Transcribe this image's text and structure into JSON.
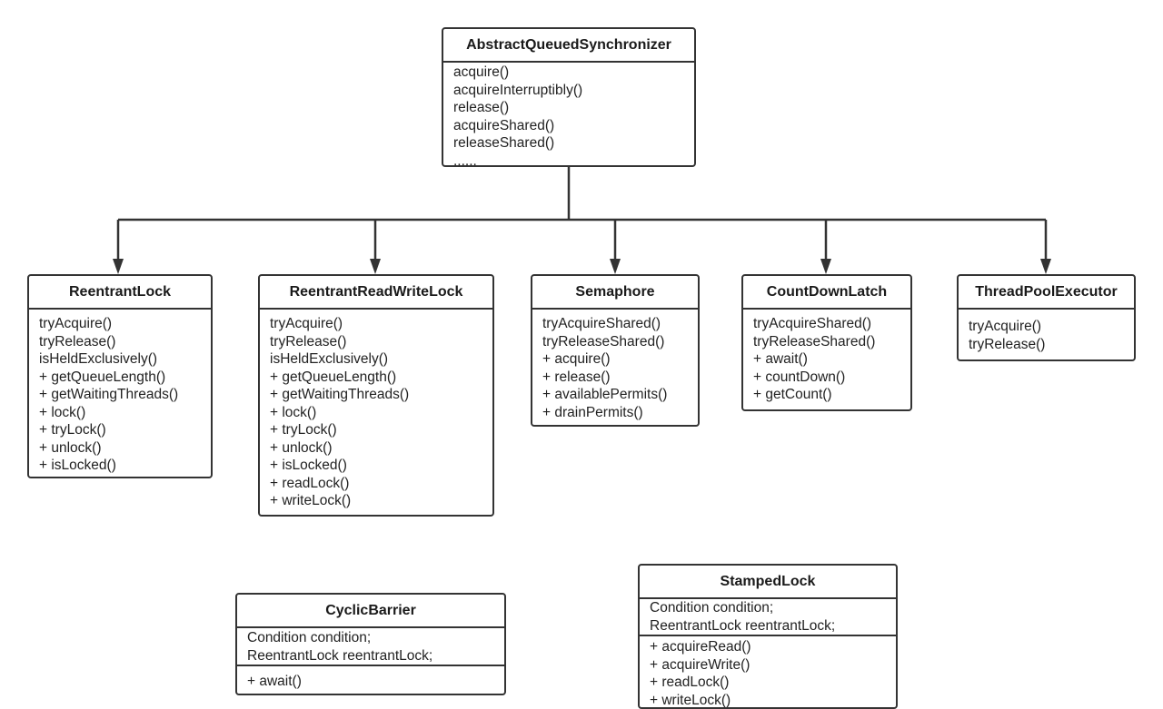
{
  "classes": {
    "aqs": {
      "name": "AbstractQueuedSynchronizer",
      "methods": [
        "acquire()",
        "acquireInterruptibly()",
        "release()",
        "acquireShared()",
        "releaseShared()",
        "......"
      ]
    },
    "reentrant_lock": {
      "name": "ReentrantLock",
      "methods": [
        "tryAcquire()",
        "tryRelease()",
        "isHeldExclusively()",
        "+ getQueueLength()",
        "+ getWaitingThreads()",
        "+ lock()",
        "+ tryLock()",
        "+ unlock()",
        "+ isLocked()"
      ]
    },
    "reentrant_read_write_lock": {
      "name": "ReentrantReadWriteLock",
      "methods": [
        "tryAcquire()",
        "tryRelease()",
        "isHeldExclusively()",
        "+ getQueueLength()",
        "+ getWaitingThreads()",
        "+ lock()",
        "+ tryLock()",
        "+ unlock()",
        "+ isLocked()",
        "+ readLock()",
        "+ writeLock()"
      ]
    },
    "semaphore": {
      "name": "Semaphore",
      "methods": [
        "tryAcquireShared()",
        "tryReleaseShared()",
        "+ acquire()",
        "+ release()",
        "+ availablePermits()",
        "+ drainPermits()"
      ]
    },
    "count_down_latch": {
      "name": "CountDownLatch",
      "methods": [
        "tryAcquireShared()",
        "tryReleaseShared()",
        "+ await()",
        "+ countDown()",
        "+ getCount()"
      ]
    },
    "thread_pool_executor": {
      "name": "ThreadPoolExecutor",
      "methods": [
        "tryAcquire()",
        "tryRelease()"
      ]
    },
    "cyclic_barrier": {
      "name": "CyclicBarrier",
      "fields": [
        "Condition condition;",
        "ReentrantLock reentrantLock;"
      ],
      "methods": [
        "+ await()"
      ]
    },
    "stamped_lock": {
      "name": "StampedLock",
      "fields": [
        "Condition condition;",
        "ReentrantLock reentrantLock;"
      ],
      "methods": [
        "+ acquireRead()",
        "+ acquireWrite()",
        "+ readLock()",
        "+ writeLock()"
      ]
    }
  },
  "colors": {
    "line": "#333333",
    "text": "#222222",
    "background": "#ffffff"
  }
}
